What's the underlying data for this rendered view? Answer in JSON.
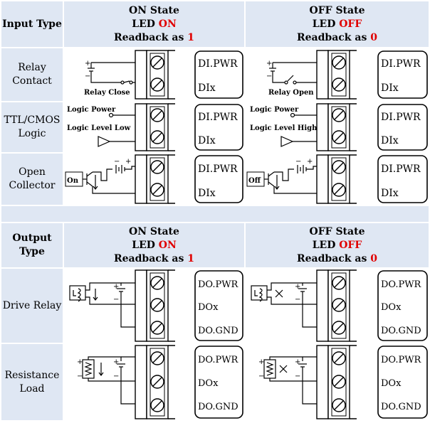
{
  "input_section": {
    "header": "Input Type",
    "on_state": {
      "title": "ON State",
      "led_prefix": "LED ",
      "led_value": "ON",
      "readback_prefix": "Readback as ",
      "readback_value": "1"
    },
    "off_state": {
      "title": "OFF State",
      "led_prefix": "LED ",
      "led_value": "OFF",
      "readback_prefix": "Readback as ",
      "readback_value": "0"
    },
    "rows": [
      {
        "label_line1": "Relay",
        "label_line2": "Contact",
        "on_caption": "Relay Close",
        "off_caption": "Relay Open",
        "terminals": [
          "DI.PWR",
          "DIx"
        ]
      },
      {
        "label_line1": "TTL/CMOS",
        "label_line2": "Logic",
        "on_power": "Logic Power",
        "on_level": "Logic Level Low",
        "off_power": "Logic Power",
        "off_level": "Logic Level High",
        "terminals": [
          "DI.PWR",
          "DIx"
        ]
      },
      {
        "label_line1": "Open",
        "label_line2": "Collector",
        "on_caption": "On",
        "off_caption": "Off",
        "terminals": [
          "DI.PWR",
          "DIx"
        ]
      }
    ]
  },
  "output_section": {
    "header_line1": "Output",
    "header_line2": "Type",
    "on_state": {
      "title": "ON State",
      "led_prefix": "LED ",
      "led_value": "ON",
      "readback_prefix": "Readback as ",
      "readback_value": "1"
    },
    "off_state": {
      "title": "OFF State",
      "led_prefix": "LED ",
      "led_value": "OFF",
      "readback_prefix": "Readback as ",
      "readback_value": "0"
    },
    "rows": [
      {
        "label": "Drive Relay",
        "terminals": [
          "DO.PWR",
          "DOx",
          "DO.GND"
        ]
      },
      {
        "label_line1": "Resistance",
        "label_line2": "Load",
        "terminals": [
          "DO.PWR",
          "DOx",
          "DO.GND"
        ]
      }
    ]
  },
  "colors": {
    "cell_bg": "#dfe7f3",
    "accent_red": "#e00000",
    "line": "#000000"
  }
}
